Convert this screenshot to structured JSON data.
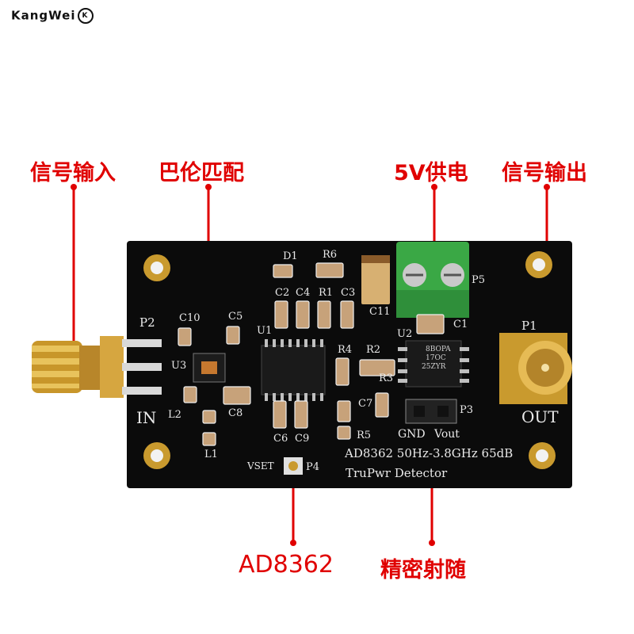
{
  "brand": {
    "name": "KangWei",
    "mark": "K"
  },
  "callouts": {
    "signal_in": "信号输入",
    "balun": "巴伦匹配",
    "power": "5V供电",
    "signal_out": "信号输出",
    "chip": "AD8362",
    "follower": "精密射随"
  },
  "board": {
    "title_line1": "AD8362 50Hz-3.8GHz 65dB",
    "title_line2": "TruPwr Detector",
    "in_label": "IN",
    "out_label": "OUT",
    "gnd_label": "GND",
    "vout_label": "Vout",
    "vset_label": "VSET",
    "opamp_marking_1": "8BOPA",
    "opamp_marking_2": "17OC",
    "opamp_marking_3": "25ZYR",
    "refs": {
      "D1": "D1",
      "R6": "R6",
      "C2": "C2",
      "C4": "C4",
      "R1": "R1",
      "C3": "C3",
      "C10": "C10",
      "C5": "C5",
      "U1": "U1",
      "U2": "U2",
      "C1": "C1",
      "C11": "C11",
      "P1": "P1",
      "P2": "P2",
      "P3": "P3",
      "P4": "P4",
      "P5": "P5",
      "U3": "U3",
      "L2": "L2",
      "L1": "L1",
      "C8": "C8",
      "C6": "C6",
      "C9": "C9",
      "R4": "R4",
      "R2": "R2",
      "R3": "R3",
      "R5": "R5",
      "C7": "C7"
    }
  },
  "colors": {
    "callout": "#e00000",
    "pcb": "#0b0b0b",
    "gold": "#c99a2e",
    "terminal": "#3aa845"
  }
}
